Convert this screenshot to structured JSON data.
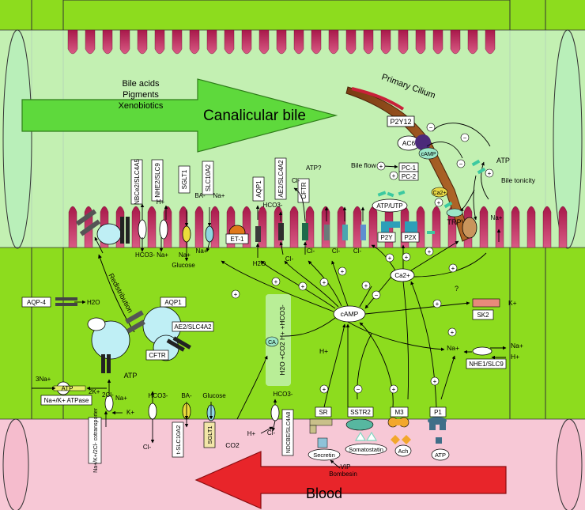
{
  "flows": {
    "bile_substances": [
      "Bile acids",
      "Pigments",
      "Xenobiotics"
    ],
    "canalicular_bile": "Canalicular bile",
    "blood": "Blood"
  },
  "cilium": {
    "title": "Primary Cilium",
    "p2y12": "P2Y12",
    "ac6": "AC6",
    "camp": "cAMP",
    "pc1": "PC-1",
    "pc2": "PC-2",
    "ca": "Ca2+",
    "trpv4": "TRPV4",
    "atp": "ATP",
    "bile_flow": "Bile flow",
    "bile_tonicity": "Bile tonicity",
    "plus": "+",
    "minus": "−"
  },
  "apical": {
    "nbce2": "NBCe2/SLC4A5",
    "nhe2": "NHE2/SLC9",
    "sglt1": "SGLT1",
    "slc10a2": "SLC10A2",
    "aqp1": "AQP1",
    "ae2": "AE2/SLC4A2",
    "cftr": "CFTR",
    "et1": "ET-1",
    "p2y": "P2Y",
    "p2x": "P2X",
    "atp_utp": "ATP/UTP",
    "hplus": "H+",
    "ba_minus": "BA-",
    "na_plus": "Na+",
    "hco3_na": "HCO3-  Na+",
    "na_plus_b": "Na+",
    "glucose": "Glucose",
    "na_plus_c": "Na+",
    "cl_minus": "Cl-",
    "hco3_minus": "HCO3-",
    "atp_q": "ATP?",
    "h2o": "H2O",
    "cl_1": "Cl-",
    "cl_2": "Cl-",
    "cl_3": "Cl-",
    "cl_4": "Cl-",
    "na_right": "Na+"
  },
  "cell": {
    "redistribution": "Redistribution",
    "aqp4": "AQP-4",
    "h2o": "H2O",
    "aqp1": "AQP1",
    "ae2": "AE2/SLC4A2",
    "cftr": "CFTR",
    "atp": "ATP",
    "camp": "cAMP",
    "ca": "Ca2+",
    "ca_enzyme": "CA",
    "reaction": "H2O +CO2   H+ +HCO3-",
    "hplus": "H+",
    "na_plus": "Na+",
    "k_plus": "K+",
    "sk2": "SK2",
    "nhe1": "NHE1/SLC9",
    "hplus_out": "H+",
    "na_plus_out": "Na+",
    "question": "?",
    "plus": "+",
    "minus": "−"
  },
  "basolateral": {
    "three_na": "3Na+",
    "atp": "ATP",
    "two_k": "2K+",
    "nak_atpase": "Na+/K+ ATPase",
    "nkcc": "Na+/K+/2Cl-\ncotransporter",
    "two_cl": "2Cl-",
    "na_plus": "Na+",
    "k_plus": "K+",
    "hco3": "HCO3-",
    "cl_minus": "Cl-",
    "ba_minus": "BA-",
    "glucose": "Glucose",
    "t_slc10a2": "t-SLC10A2",
    "sglt1": "SGLT1",
    "co2": "CO2",
    "hplus": "H+",
    "hco3_b": "HCO3-",
    "ndcbe": "NDCBE/SLC4A8",
    "cl_b": "Cl-",
    "sr": "SR",
    "sstr2": "SSTR2",
    "m3": "M3",
    "p1": "P1",
    "secretin": "Secretin",
    "somatostatin": "Somatostatin",
    "ach": "Ach",
    "atp_b": "ATP",
    "vip": "VIP",
    "bombesin": "Bombesin"
  },
  "colors": {
    "cell_green": "#8ddc1e",
    "canal_green": "#cdf3cd",
    "blood_pink": "#f7c8d6",
    "villus_red": "#a8194a",
    "arrow_green": "#5ed93c",
    "arrow_red": "#e8252a"
  }
}
